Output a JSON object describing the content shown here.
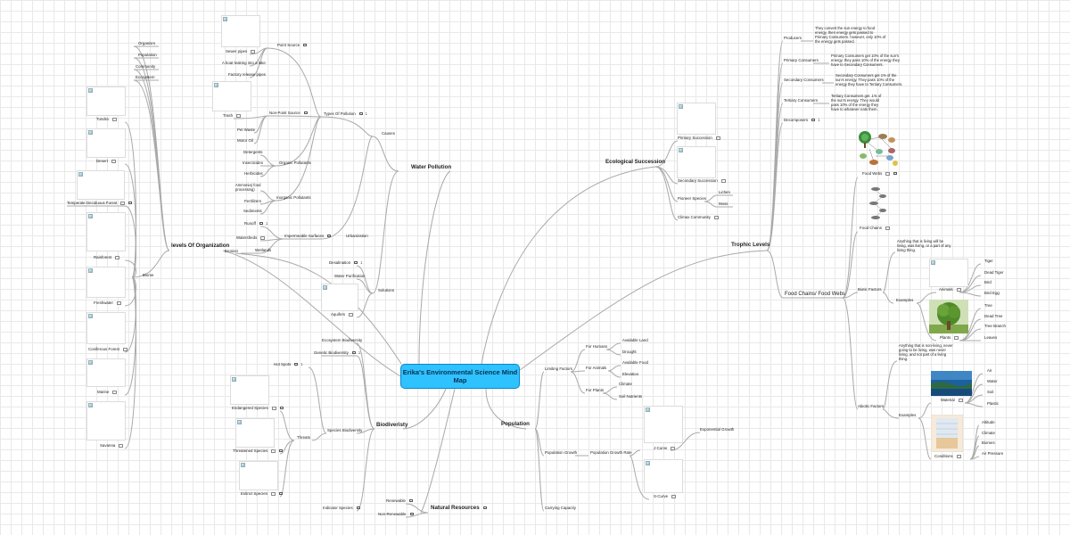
{
  "center": "Erika's Environmental Science Mind Map",
  "topics": {
    "levels": "levels Of Organization",
    "water": "Water Pollution",
    "ecological": "Ecological Succession",
    "trophic": "Trophic Levels",
    "biodiversity": "Biodiveristy",
    "natural": "Natural Resources",
    "population": "Population"
  },
  "levels": {
    "organism": "Organism",
    "population": "Population",
    "community": "Community",
    "ecosystem": "Ecosystem",
    "biome": "Biome",
    "biomes": [
      "Tundra",
      "Desert",
      "Temperate Deciduous Forest",
      "Rainforest",
      "Freshwater",
      "Coniferous Forest",
      "Marine",
      "Savanna"
    ]
  },
  "water": {
    "causes": "Causes",
    "types": "Types Of Pollution",
    "types_count": "1",
    "point": "Point Source",
    "point_items": [
      "Sewer pipes",
      "A boat leaking into a lake",
      "Factory release pipes"
    ],
    "nonpoint": "Non-Point Source",
    "nonpoint_items": [
      "Trash",
      "Pet Waste",
      "Motor Oil"
    ],
    "organic": "Organic Pollutants",
    "organic_items": [
      "Detergents",
      "Insecticides",
      "Herbicides"
    ],
    "inorganic": "Inorganic Pollutants",
    "inorganic_items": [
      "Ammonia( food processing)",
      "Fertilizers",
      "Sediments"
    ],
    "urbanization": "Urbanization",
    "impermeable": "Impermeable Surfaces",
    "imp_items": [
      "Runoff",
      "Watersheds",
      "Wetlands"
    ],
    "runoff_count": "1",
    "erosion": "Erosion",
    "solutions": "Solutions",
    "sol_items": [
      "Desalination",
      "Water Purification",
      "Aquifers"
    ],
    "desal_count": "1"
  },
  "ecological": {
    "primary": "Primary Succession",
    "secondary": "Secondary Succession",
    "pioneer": "Pioneer Species",
    "pioneer_items": [
      "Lichen",
      "Moss"
    ],
    "climax": "Climax Community"
  },
  "trophic": {
    "producers": "Producers",
    "producers_note": "They convert the sun energy to food energy, then energy gets passed to Primary Consumers. however, only 10% of the energy gets passed.",
    "primary": "Primary Consumers",
    "primary_note": "Primary Consumers get 10% of the sun's energy. they pass 10% of the energy they have to Secondary Consumers.",
    "secondary": "Secondary Consumers",
    "secondary_note": "Secondary Consumers get 1% of the sun's energy. They pass 10% of the energy they have to Tertiary Consumers.",
    "tertiary": "Tertiary Consumers",
    "tertiary_note": "Tertiary Consumers get .1% of the sun's energy. They would pass 10% of the energy they have to whatever eats them.",
    "decomposers": "Decomposers",
    "decomposers_count": "1",
    "foodchains": "Food Chains/ Food Webs",
    "foodwebs": "Food Webs",
    "foodchains_label": "Food Chains",
    "biotic": "Biotic Factors",
    "biotic_note": "Anything that is living will be living, was living, or a part of any living thing.",
    "examples": "Examples",
    "animals": "Animals",
    "animal_items": [
      "Tiger",
      "Dead Tiger",
      "Bird",
      "Bird Egg"
    ],
    "plants": "Plants",
    "plant_items": [
      "Tree",
      "Dead Tree",
      "Tree Branch",
      "Leaves"
    ],
    "abiotic": "Abiotic Factors",
    "abiotic_note": "Anything that is non-living, never going to be living, was never living, and not part of a living thing.",
    "material": "Material",
    "material_items": [
      "Air",
      "Water",
      "Soil",
      "Plastic"
    ],
    "conditions": "Conditions",
    "condition_items": [
      "Altitude",
      "Climate",
      "Biomes",
      "Air Pressure"
    ]
  },
  "biodiversity": {
    "ecosystem": "Ecosystem Biodiversity",
    "genetic": "Genetic Biodiversity",
    "genetic_count": "1",
    "species": "Species Biodiversity",
    "hotspots": "Hot Spots",
    "hotspots_count": "1",
    "threats": "Threats",
    "threat_items": [
      "Endangered Species",
      "Threatened Species",
      "Extinct Species"
    ],
    "indicator": "Indicator Species"
  },
  "natural": {
    "renewable": "Renewable",
    "nonrenewable": "Non-Renewable"
  },
  "population": {
    "limiting": "Limiting Factors",
    "humans": "For Humans",
    "human_items": [
      "Available Land",
      "Drought"
    ],
    "animals": "For Animals",
    "animal_items": [
      "Available Food",
      "Elevation"
    ],
    "plants": "For Plants",
    "plant_items": [
      "Climate",
      "Soil Nutrients"
    ],
    "growth": "Population Growth",
    "growth_rate": "Population Growth Rate",
    "jcurve": "J-Curve",
    "exponential": "Exponential Growth",
    "scurve": "S-Curve",
    "carrying": "Carrying Capacity"
  },
  "colors": {
    "center_fill": "#2ec2ff",
    "center_border": "#0a86c9",
    "line": "#a8a8a8"
  }
}
